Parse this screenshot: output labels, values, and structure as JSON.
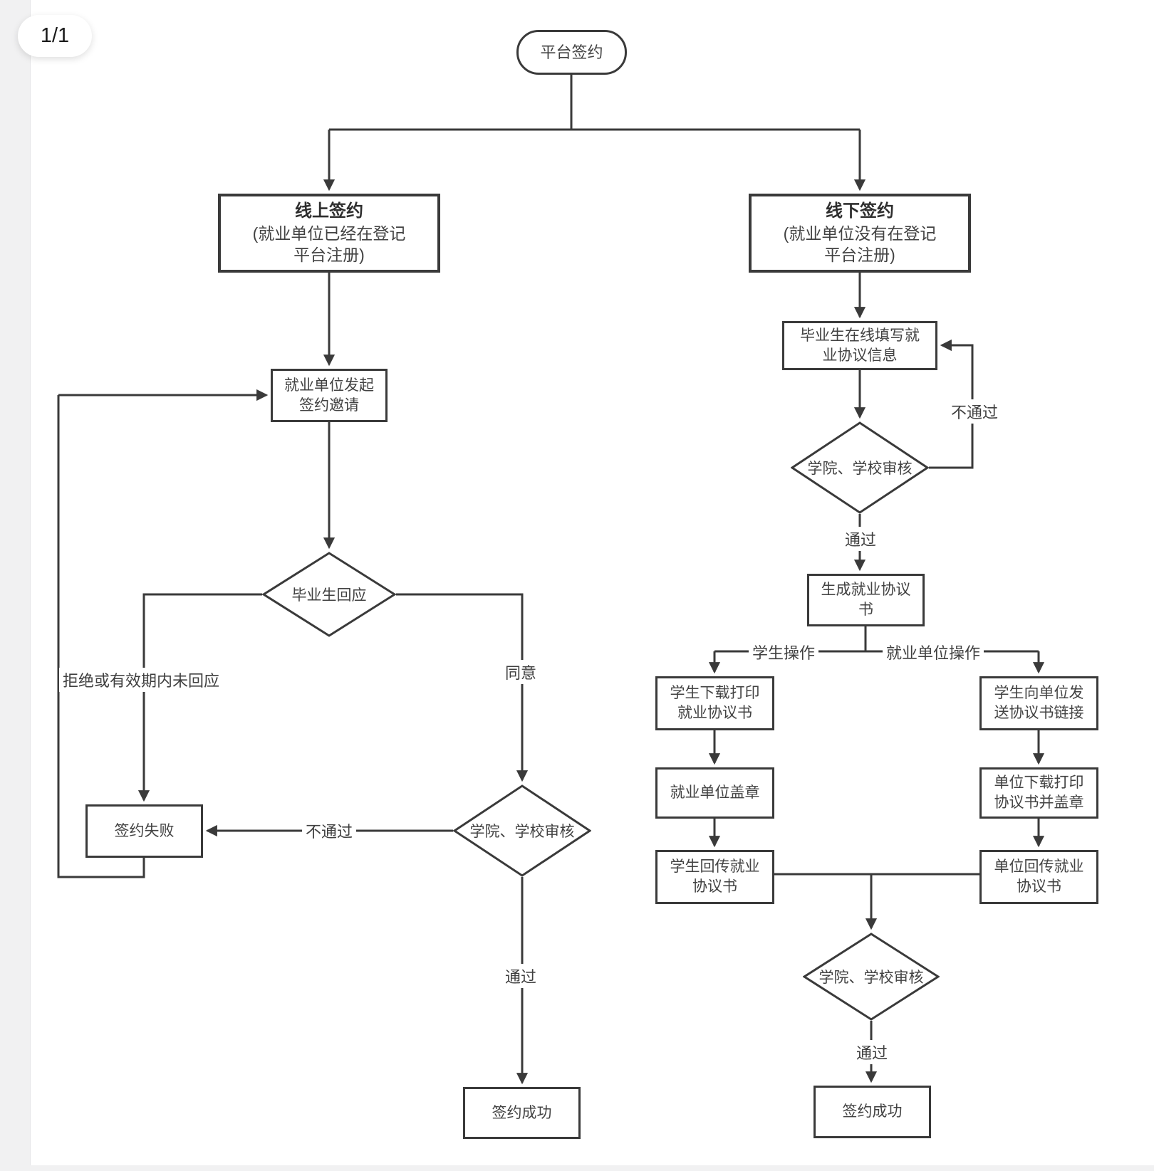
{
  "page": {
    "indicator": "1/1"
  },
  "colors": {
    "line": "#3a3a3a",
    "node_bg": "#ffffff",
    "backdrop": "#f1f1f2",
    "text": "#424242"
  },
  "flowchart": {
    "start": {
      "label": "平台签约"
    },
    "online": {
      "title": "线上签约",
      "subtitle": "(就业单位已经在登记\n平台注册)"
    },
    "offline": {
      "title": "线下签约",
      "subtitle": "(就业单位没有在登记\n平台注册)"
    },
    "invite": {
      "label": "就业单位发起\n签约邀请"
    },
    "respond": {
      "label": "毕业生回应"
    },
    "fail": {
      "label": "签约失败"
    },
    "review_left": {
      "label": "学院、学校审核"
    },
    "success_left": {
      "label": "签约成功"
    },
    "fill": {
      "label": "毕业生在线填写就\n业协议信息"
    },
    "review_right": {
      "label": "学院、学校审核"
    },
    "generate": {
      "label": "生成就业协议\n书"
    },
    "student_download": {
      "label": "学生下载打印\n就业协议书"
    },
    "unit_stamp": {
      "label": "就业单位盖章"
    },
    "student_upload": {
      "label": "学生回传就业\n协议书"
    },
    "student_send": {
      "label": "学生向单位发\n送协议书链接"
    },
    "unit_download": {
      "label": "单位下载打印\n协议书并盖章"
    },
    "unit_upload": {
      "label": "单位回传就业\n协议书"
    },
    "review_bottom": {
      "label": "学院、学校审核"
    },
    "success_right": {
      "label": "签约成功"
    },
    "labels": {
      "reject": "拒绝或有效期内未回应",
      "agree": "同意",
      "not_pass_left": "不通过",
      "pass_left": "通过",
      "not_pass_right": "不通过",
      "pass_right": "通过",
      "student_op": "学生操作",
      "unit_op": "就业单位操作",
      "pass_bottom": "通过"
    }
  }
}
